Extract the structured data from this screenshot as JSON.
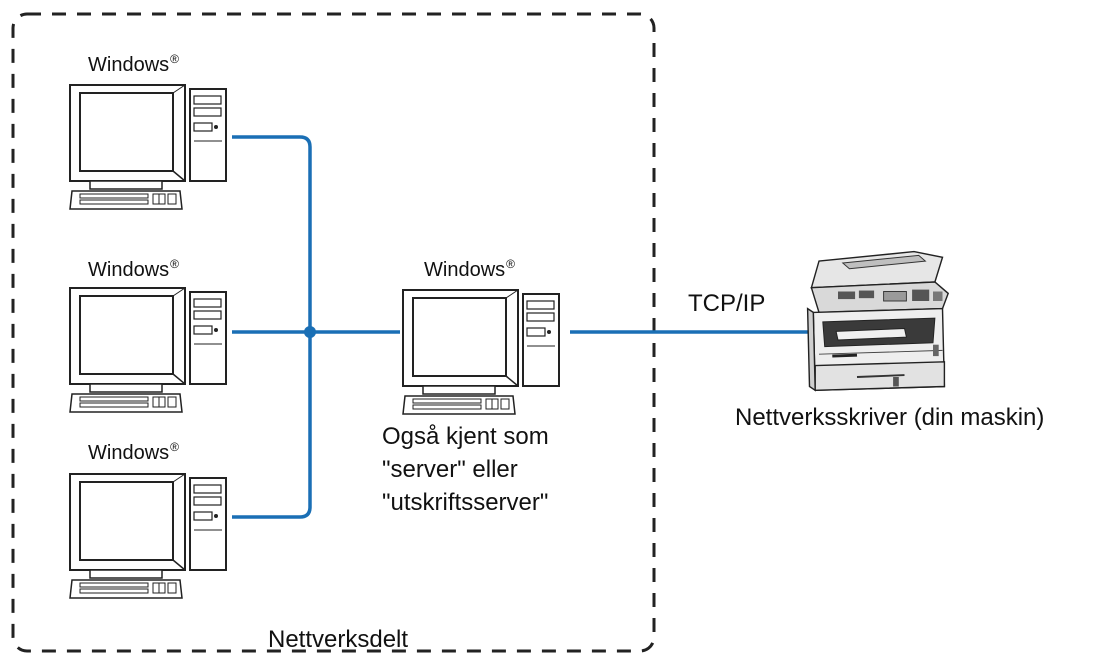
{
  "diagram": {
    "clients": [
      {
        "label": "Windows",
        "mark": "®"
      },
      {
        "label": "Windows",
        "mark": "®"
      },
      {
        "label": "Windows",
        "mark": "®"
      }
    ],
    "server": {
      "label": "Windows",
      "mark": "®",
      "caption_lines": [
        "Også kjent som",
        "\"server\" eller",
        "\"utskriftsserver\""
      ]
    },
    "printer": {
      "label": "Nettverksskriver (din maskin)",
      "icon": "multifunction-printer-icon"
    },
    "link": {
      "protocol": "TCP/IP"
    },
    "group": {
      "label": "Nettverksdelt",
      "border": "dashed"
    },
    "colors": {
      "cable": "#1a6fb5",
      "outline": "#222222",
      "monitor_fill": "#ffffff"
    },
    "icons": {
      "client": "desktop-computer-icon",
      "hub": "network-junction-icon"
    }
  }
}
